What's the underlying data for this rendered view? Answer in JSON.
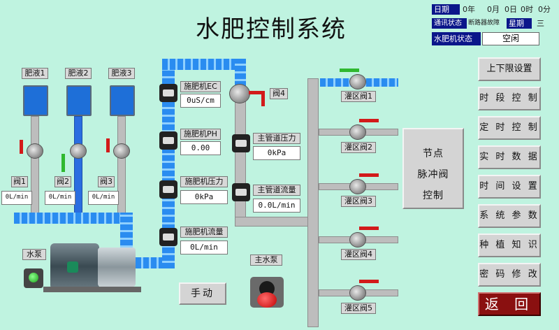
{
  "header": {
    "title": "水肥控制系统"
  },
  "status": {
    "date_label": "日期",
    "year": "0年",
    "month": "0月",
    "day": "0日",
    "hour": "0时",
    "minute": "0分",
    "comm_label": "通讯状态",
    "comm_value": "断路器故障",
    "weekday_label": "星期",
    "weekday_value": "三",
    "machine_label": "水肥机状态",
    "machine_value": "空闲"
  },
  "fertilizer": {
    "tanks": [
      {
        "label": "肥液1",
        "valve": "阀1",
        "flow": "0L/min"
      },
      {
        "label": "肥液2",
        "valve": "阀2",
        "flow": "0L/min"
      },
      {
        "label": "肥液3",
        "valve": "阀3",
        "flow": "0L/min"
      }
    ]
  },
  "machine": {
    "ec_label": "施肥机EC",
    "ec_value": "0uS/cm",
    "ph_label": "施肥机PH",
    "ph_value": "0.00",
    "pressure_label": "施肥机压力",
    "pressure_value": "0kPa",
    "flow_label": "施肥机流量",
    "flow_value": "0L/min"
  },
  "main": {
    "valve4": "阀4",
    "pressure_label": "主管道压力",
    "pressure_value": "0kPa",
    "flow_label": "主管道流量",
    "flow_value": "0.0L/min"
  },
  "zones": [
    "灌区阀1",
    "灌区阀2",
    "灌区阀3",
    "灌区阀4",
    "灌区阀5"
  ],
  "pulse_button": [
    "节点",
    "脉冲阀",
    "控制"
  ],
  "pumps": {
    "water_pump": "水泵",
    "main_pump": "主水泵",
    "manual_button": "手动"
  },
  "menu": [
    "上下限设置",
    "时 段 控 制",
    "定 时 控 制",
    "实 时 数 据",
    "时 间 设 置",
    "系 统 参 数",
    "种 植 知 识",
    "密 码 修 改"
  ],
  "back_button": "返 回",
  "colors": {
    "background": "#bff3e0",
    "navy": "#0b168a",
    "back": "#8a1010",
    "pipe_blue": "#2a6de0"
  }
}
